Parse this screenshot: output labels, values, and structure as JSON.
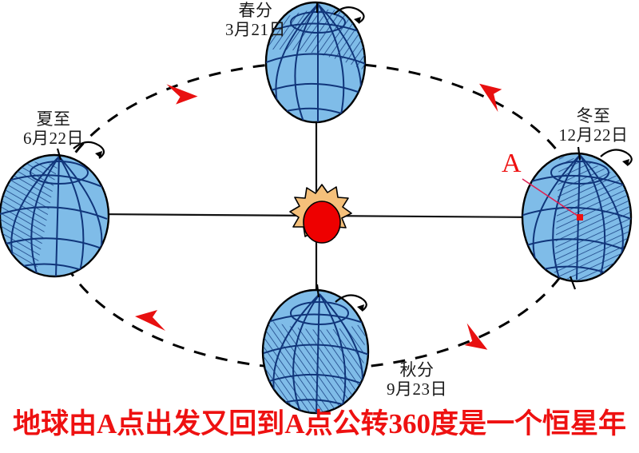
{
  "diagram": {
    "title_caption": "地球由A点出发又回到A点公转360度是一个恒星年",
    "caption_color": "#ee1111",
    "background_color": "#ffffff",
    "point_marker": {
      "label": "A",
      "color": "#ee1111",
      "leader_line_color": "#dd2255",
      "dot_color": "#ee1111"
    },
    "sun": {
      "core_color": "#ee0000",
      "corona_color": "#f5c07a",
      "outline_color": "#000000"
    },
    "orbit": {
      "style": "dashed-ellipse",
      "color": "#000000",
      "direction": "counterclockwise",
      "arrow_color": "#e81010",
      "arrow_count": 4
    },
    "earth": {
      "ocean_color": "#7fbce8",
      "graticule_color": "#10357a",
      "outline_color": "#000000",
      "shadow_hatch_color": "#10357a"
    },
    "axis_lines_color": "#000000",
    "positions": [
      {
        "id": "spring",
        "season": "春分",
        "date": "3月21日",
        "shadow_side": "top-right",
        "spin_arrow": true
      },
      {
        "id": "summer",
        "season": "夏至",
        "date": "6月22日",
        "shadow_side": "left",
        "spin_arrow": true
      },
      {
        "id": "autumn",
        "season": "秋分",
        "date": "9月23日",
        "shadow_side": "bottom-left",
        "spin_arrow": true
      },
      {
        "id": "winter",
        "season": "冬至",
        "date": "12月22日",
        "shadow_side": "right",
        "spin_arrow": true
      }
    ]
  }
}
